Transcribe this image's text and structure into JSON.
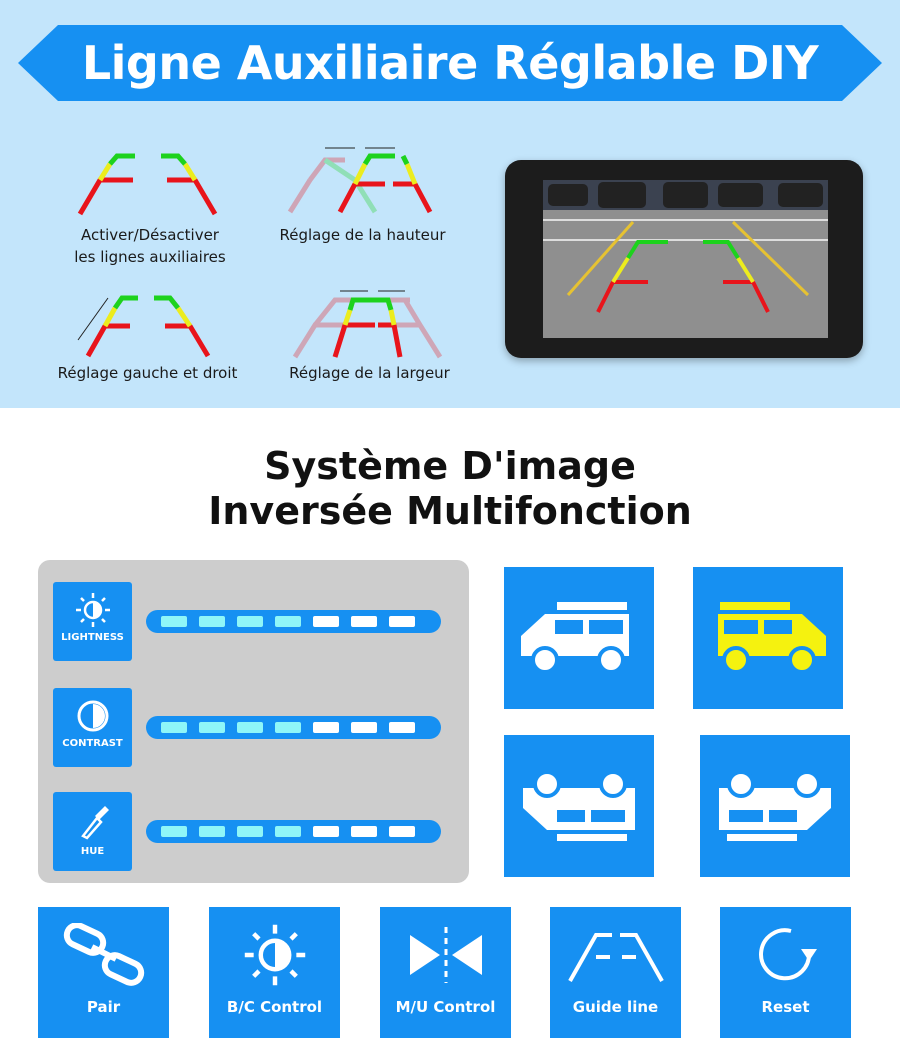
{
  "banner": {
    "title": "Ligne Auxiliaire Réglable DIY"
  },
  "guideline_features": [
    {
      "label_line1": "Activer/Désactiver",
      "label_line2": "les lignes auxiliaires"
    },
    {
      "label_line1": "Réglage de la hauteur"
    },
    {
      "label_line1": "Réglage gauche et droit"
    },
    {
      "label_line1": "Réglage de la largeur"
    }
  ],
  "section_title": {
    "line1": "Système D'image",
    "line2": "Inversée Multifonction"
  },
  "adjustments": [
    {
      "label": "LIGHTNESS",
      "icon": "brightness-icon",
      "level": 4,
      "max": 7
    },
    {
      "label": "CONTRAST",
      "icon": "contrast-icon",
      "level": 4,
      "max": 7
    },
    {
      "label": "HUE",
      "icon": "eyedropper-icon",
      "level": 4,
      "max": 7
    }
  ],
  "colors": {
    "accent": "#1690f2",
    "active_segment": "#8ff6f8",
    "car_highlight": "#f5f20f"
  },
  "functions": [
    {
      "label": "Pair",
      "icon": "link-icon"
    },
    {
      "label": "B/C Control",
      "icon": "brightness-icon"
    },
    {
      "label": "M/U Control",
      "icon": "mirror-flip-icon"
    },
    {
      "label": "Guide line",
      "icon": "guide-line-icon"
    },
    {
      "label": "Reset",
      "icon": "reset-icon"
    }
  ]
}
